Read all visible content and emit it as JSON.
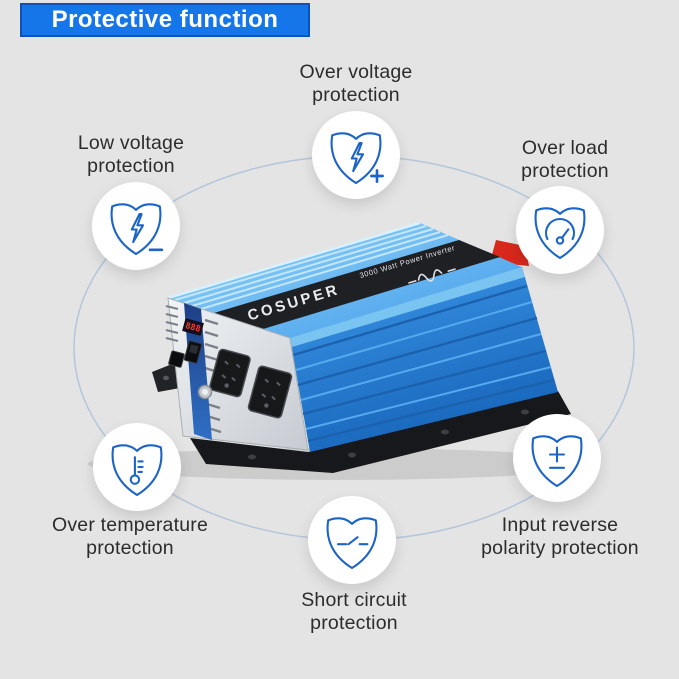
{
  "title": {
    "label": "Protective function"
  },
  "theme": {
    "banner_bg": "#1576e9",
    "banner_border": "#0e52b8",
    "icon_stroke": "#1b64c8",
    "text_color": "#2c2c2c",
    "circle_bg": "#ffffff",
    "ring_color": "#b4c6da",
    "background": "#e4e4e4"
  },
  "features": [
    {
      "id": "over-voltage",
      "icon": "shield-lightning-plus-icon",
      "label_lines": [
        "Over voltage",
        "protection"
      ]
    },
    {
      "id": "low-voltage",
      "icon": "shield-lightning-minus-icon",
      "label_lines": [
        "Low voltage",
        "protection"
      ]
    },
    {
      "id": "over-load",
      "icon": "shield-gauge-icon",
      "label_lines": [
        "Over load",
        "protection"
      ]
    },
    {
      "id": "over-temperature",
      "icon": "shield-thermometer-icon",
      "label_lines": [
        "Over temperature",
        "protection"
      ]
    },
    {
      "id": "input-reverse-polarity",
      "icon": "shield-polarity-icon",
      "label_lines": [
        "Input reverse",
        "polarity protection"
      ]
    },
    {
      "id": "short-circuit",
      "icon": "shield-switch-icon",
      "label_lines": [
        "Short circuit",
        "protection"
      ]
    }
  ],
  "product": {
    "brand": "COSUPER",
    "top_label": "3000 Watt Power Inverter",
    "display_value": "888",
    "colors": {
      "top_face_light": "#8ed2f6",
      "top_face_deep": "#3d99ea",
      "side_face": "#2f8ce2",
      "stripe_black": "#1e2023",
      "panel_silver": "#e9ebee",
      "terminal_red": "#d8281b"
    }
  }
}
